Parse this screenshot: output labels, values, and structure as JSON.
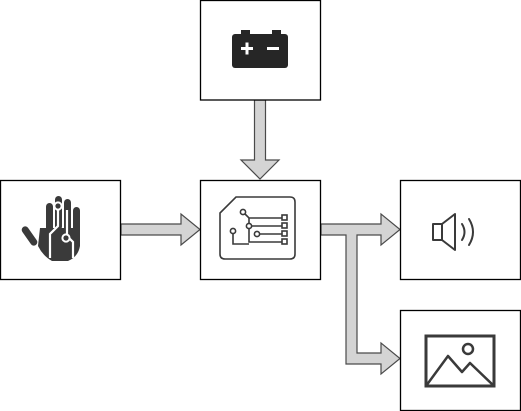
{
  "diagram": {
    "nodes": [
      {
        "id": "power",
        "icon": "battery-icon"
      },
      {
        "id": "input",
        "icon": "glove-hand-sensor-icon"
      },
      {
        "id": "controller",
        "icon": "circuit-board-icon"
      },
      {
        "id": "audio",
        "icon": "speaker-icon"
      },
      {
        "id": "display",
        "icon": "image-icon"
      }
    ],
    "edges": [
      {
        "from": "power",
        "to": "controller"
      },
      {
        "from": "input",
        "to": "controller"
      },
      {
        "from": "controller",
        "to": "audio"
      },
      {
        "from": "controller",
        "to": "display"
      }
    ],
    "colors": {
      "box_border": "#000000",
      "arrow_fill": "#d4d4d4",
      "arrow_stroke": "#4a4a4a",
      "icon_dark": "#262626",
      "icon_mid": "#3a3a3a"
    }
  }
}
